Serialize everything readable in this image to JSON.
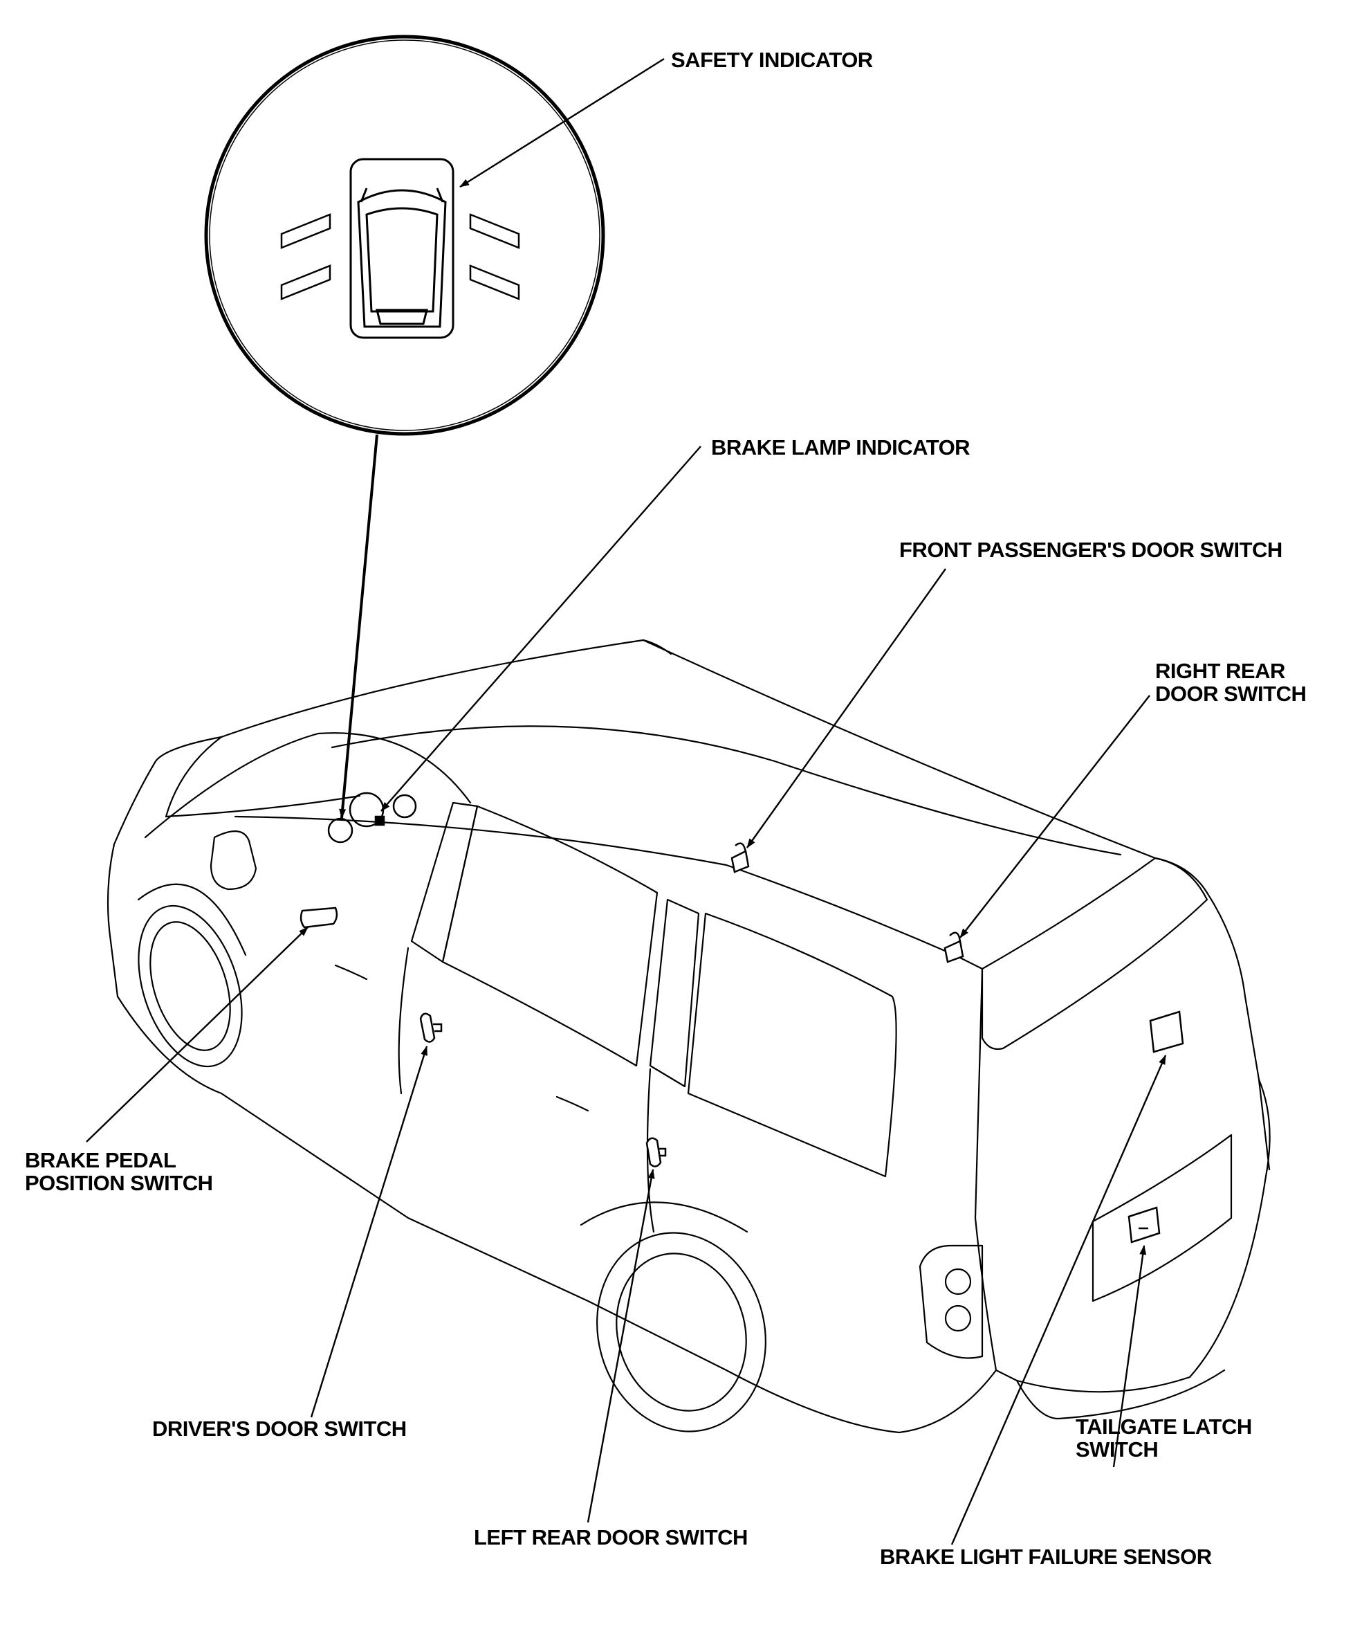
{
  "labels": {
    "safety_indicator": "SAFETY INDICATOR",
    "brake_lamp_indicator": "BRAKE LAMP INDICATOR",
    "front_passenger_door_switch": "FRONT PASSENGER'S DOOR SWITCH",
    "right_rear_door_switch": [
      "RIGHT REAR",
      "DOOR SWITCH"
    ],
    "brake_pedal_position_switch": [
      "BRAKE PEDAL",
      "POSITION SWITCH"
    ],
    "drivers_door_switch": "DRIVER'S DOOR SWITCH",
    "left_rear_door_switch": "LEFT REAR DOOR SWITCH",
    "tailgate_latch_switch": [
      "TAILGATE LATCH",
      "SWITCH"
    ],
    "brake_light_failure_sensor": "BRAKE LIGHT FAILURE SENSOR"
  },
  "colors": {
    "line": "#000000",
    "background": "#ffffff"
  }
}
